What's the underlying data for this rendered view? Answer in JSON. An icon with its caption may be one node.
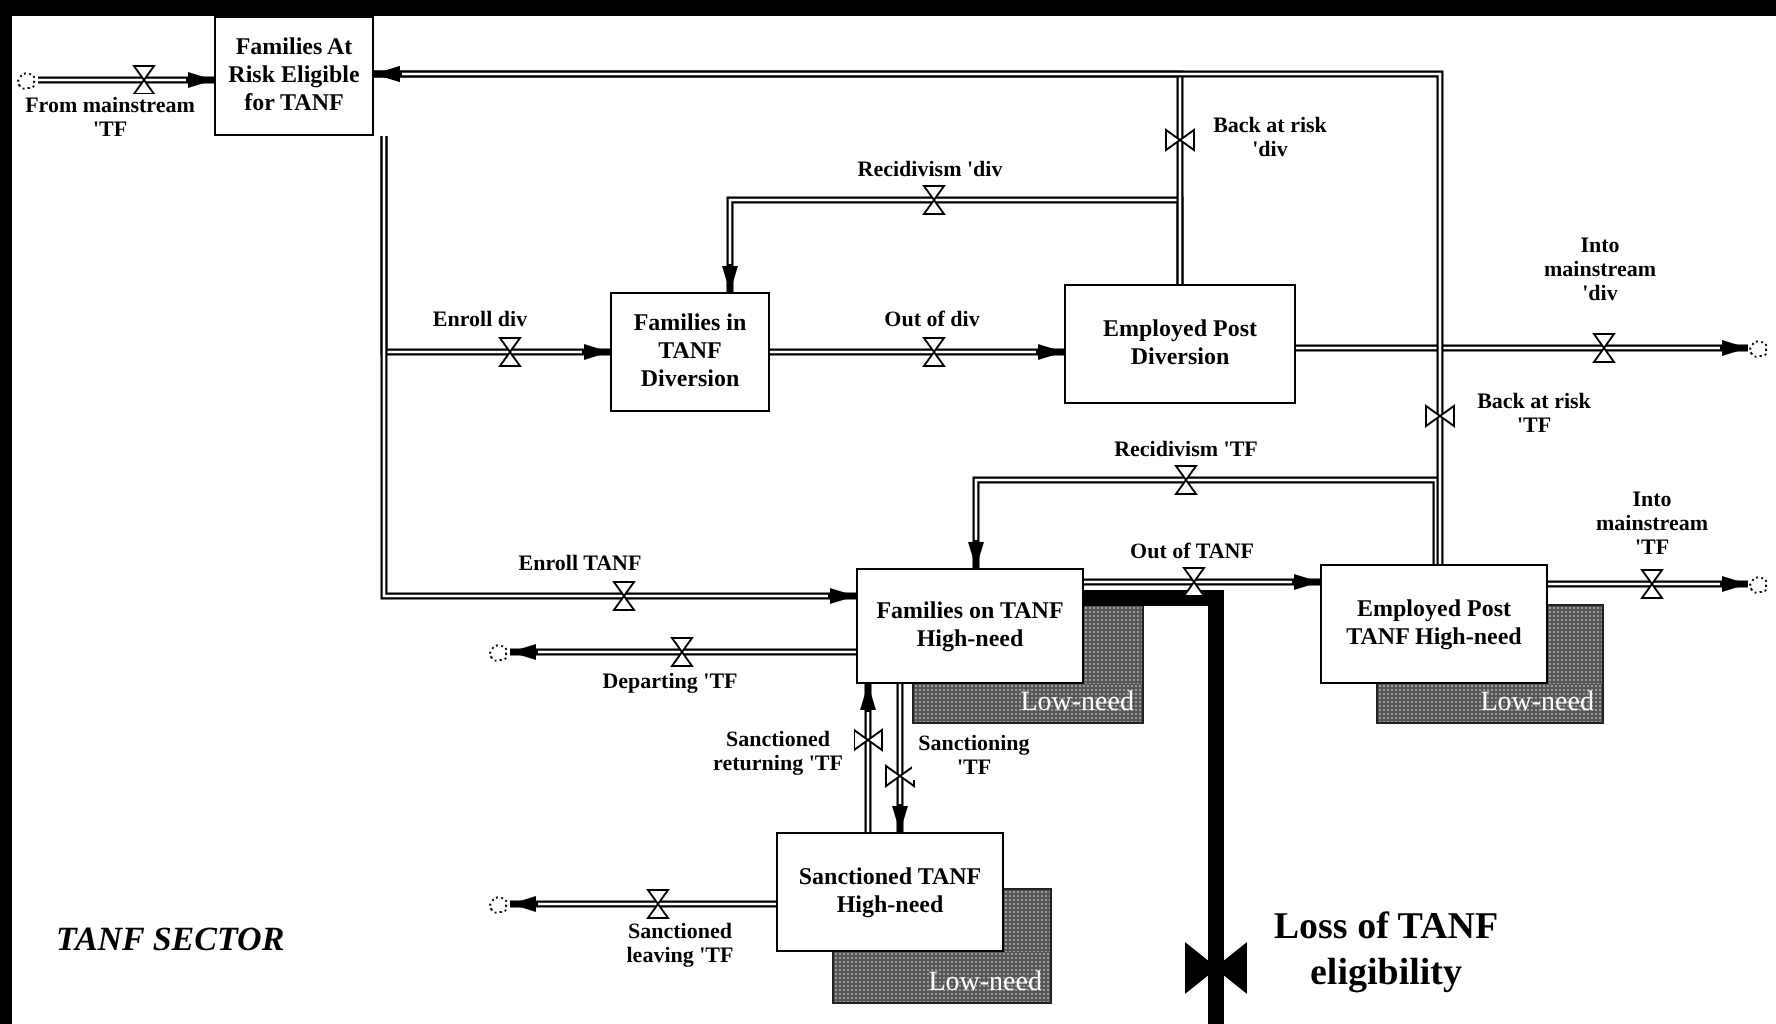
{
  "diagram": {
    "nodes": [
      {
        "text": [
          "Families At Risk Eligible for TANF"
        ]
      },
      {
        "text": [
          "Families in TANF Diversion"
        ]
      },
      {
        "text": [
          "Employed Post Diversion"
        ]
      },
      {
        "text": [
          "Families on TANF High-need"
        ]
      },
      {
        "text": [
          "Low-need"
        ]
      },
      {
        "text": [
          "Employed Post TANF High-need"
        ]
      },
      {
        "text": [
          "Low-need"
        ]
      },
      {
        "text": [
          "Sanctioned TANF High-need"
        ]
      },
      {
        "text": [
          "Low-need"
        ]
      },
      {
        "text": [],
        "shape": "cloud"
      },
      {
        "text": [],
        "shape": "cloud"
      },
      {
        "text": [],
        "shape": "cloud"
      },
      {
        "text": [],
        "shape": "cloud"
      },
      {
        "text": [],
        "shape": "cloud"
      }
    ],
    "edges": [
      {
        "from": 9,
        "to": 0,
        "arrow": "to",
        "label": "From mainstream 'TF"
      },
      {
        "from": 0,
        "to": 1,
        "arrow": "to",
        "label": "Enroll div"
      },
      {
        "from": 0,
        "to": 3,
        "arrow": "to",
        "label": "Enroll TANF"
      },
      {
        "from": 1,
        "to": 2,
        "arrow": "to",
        "label": "Out of div"
      },
      {
        "from": 2,
        "to": 1,
        "arrow": "to",
        "label": "Recidivism 'div"
      },
      {
        "from": 2,
        "to": 0,
        "arrow": "to",
        "label": "Back at risk 'div"
      },
      {
        "from": 2,
        "to": 12,
        "arrow": "to",
        "label": "Into mainstream 'div"
      },
      {
        "from": 5,
        "to": 3,
        "arrow": "to",
        "label": "Recidivism 'TF"
      },
      {
        "from": 5,
        "to": 0,
        "arrow": "to",
        "label": "Back at risk 'TF"
      },
      {
        "from": 3,
        "to": 5,
        "arrow": "to",
        "label": "Out of TANF"
      },
      {
        "from": 5,
        "to": 13,
        "arrow": "to",
        "label": "Into mainstream 'TF"
      },
      {
        "from": 3,
        "to": 10,
        "arrow": "to",
        "label": "Departing 'TF"
      },
      {
        "from": 3,
        "to": 7,
        "arrow": "to",
        "label": "Sanctioning 'TF"
      },
      {
        "from": 7,
        "to": 3,
        "arrow": "to",
        "label": "Sanctioned returning 'TF"
      },
      {
        "from": 7,
        "to": 11,
        "arrow": "to",
        "label": "Sanctioned leaving 'TF"
      },
      {
        "from": 3,
        "to": null,
        "arrow": "none",
        "label": "Loss of TANF eligibility",
        "style": "thick"
      }
    ],
    "labels": [
      "TANF SECTOR"
    ]
  }
}
